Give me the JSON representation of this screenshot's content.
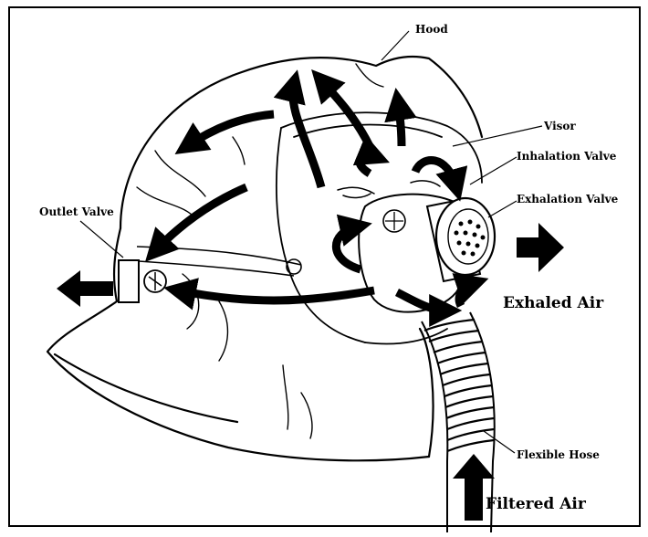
{
  "labels": {
    "hood": "Hood",
    "visor": "Visor",
    "inhalation_valve": "Inhalation Valve",
    "exhalation_valve": "Exhalation Valve",
    "outlet_valve": "Outlet Valve",
    "exhaled_air": "Exhaled Air",
    "flexible_hose": "Flexible Hose",
    "filtered_air": "Filtered Air"
  },
  "colors": {
    "ink": "#000000",
    "paper": "#ffffff"
  },
  "icons": [
    "airflow-arrow-icon",
    "outlet-valve-icon",
    "exhalation-filter-icon"
  ]
}
